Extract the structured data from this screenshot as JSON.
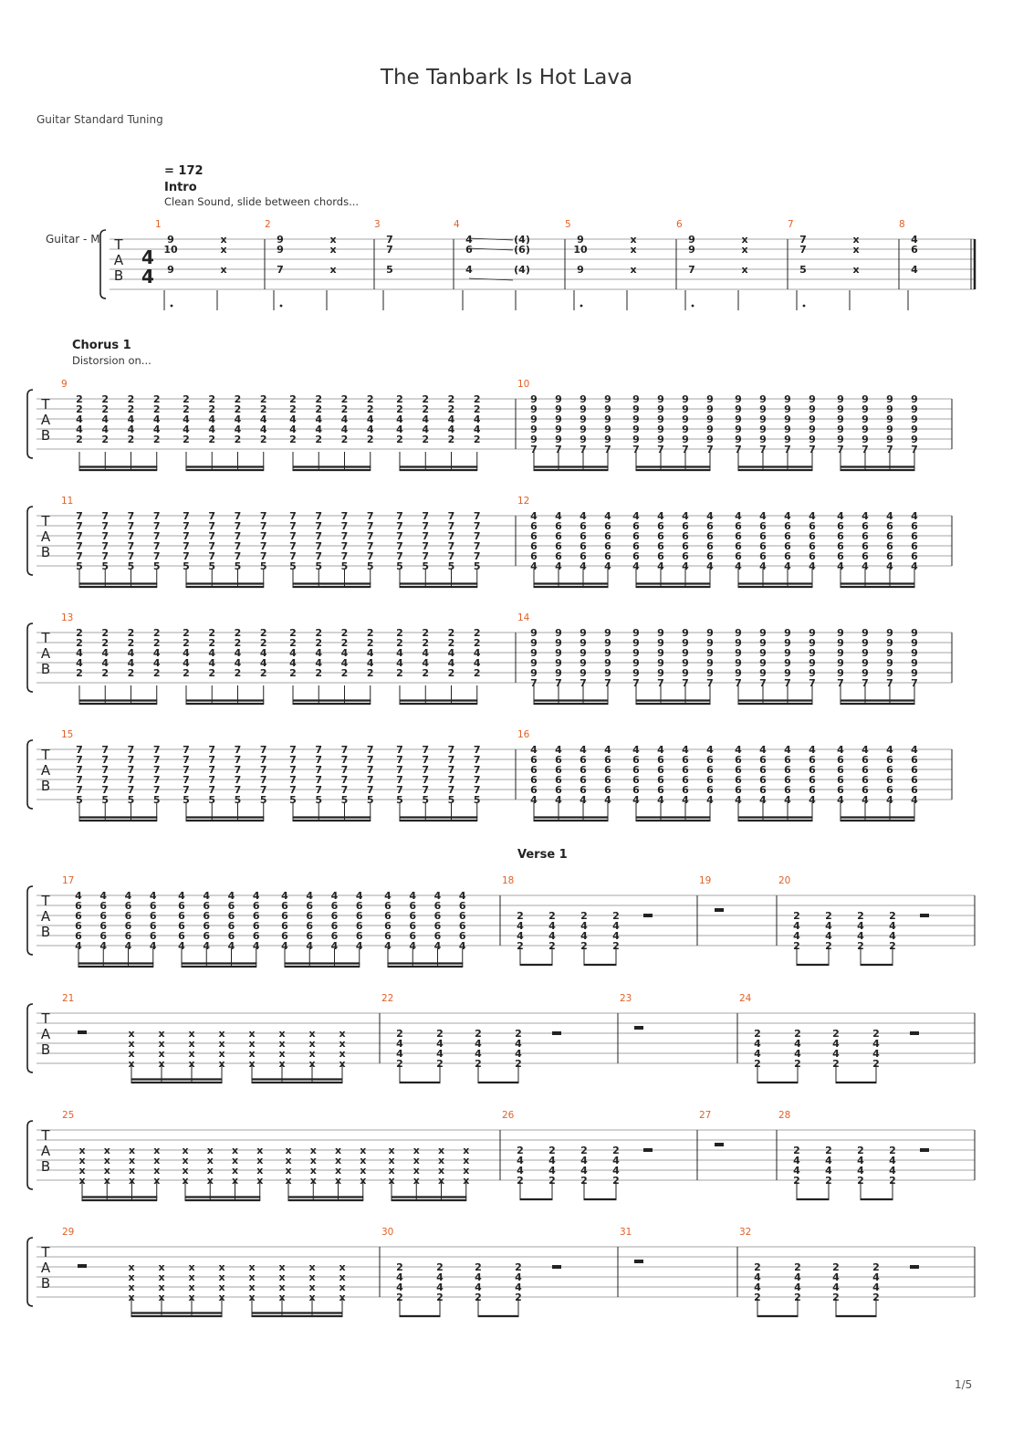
{
  "title": "The Tanbark Is Hot Lava",
  "tuning": "Guitar Standard Tuning",
  "track_name": "Guitar - M",
  "tempo": "= 172",
  "time_signature": "4/4",
  "page_number": "1/5",
  "annotations": {
    "intro": "Intro",
    "intro_note": "Clean Sound, slide between chords...",
    "chorus": "Chorus 1",
    "chorus_note": "Distorsion on...",
    "verse": "Verse 1"
  },
  "colors": {
    "measure_number": "#e0622a",
    "staff": "#888888",
    "ink": "#222222"
  },
  "chords": {
    "c2244": [
      "2",
      "2",
      "4",
      "4",
      "2"
    ],
    "c99997": [
      "9",
      "9",
      "9",
      "9",
      "9",
      "7"
    ],
    "c77775": [
      "7",
      "7",
      "7",
      "7",
      "7",
      "5"
    ],
    "c46664": [
      "4",
      "6",
      "6",
      "6",
      "6",
      "4"
    ],
    "c2442": [
      "2",
      "4",
      "4",
      "2"
    ]
  },
  "intro_measures": [
    {
      "number": "1",
      "notes": [
        [
          "9",
          "10",
          null,
          "9"
        ],
        [
          "x",
          "x",
          null,
          "x"
        ]
      ]
    },
    {
      "number": "2",
      "notes": [
        [
          "9",
          "9",
          null,
          "7"
        ],
        [
          "x",
          "x",
          null,
          "x"
        ]
      ]
    },
    {
      "number": "3",
      "notes": [
        [
          "7",
          "7",
          null,
          "5"
        ]
      ]
    },
    {
      "number": "4",
      "notes": [
        [
          "4",
          "6",
          null,
          "4"
        ],
        [
          "(4)",
          "(6)",
          null,
          "(4)"
        ]
      ]
    },
    {
      "number": "5",
      "notes": [
        [
          "9",
          "10",
          null,
          "9"
        ],
        [
          "x",
          "x",
          null,
          "x"
        ]
      ]
    },
    {
      "number": "6",
      "notes": [
        [
          "9",
          "9",
          null,
          "7"
        ],
        [
          "x",
          "x",
          null,
          "x"
        ]
      ]
    },
    {
      "number": "7",
      "notes": [
        [
          "7",
          "7",
          null,
          "5"
        ],
        [
          "x",
          "x",
          null,
          "x"
        ]
      ]
    },
    {
      "number": "8",
      "notes": [
        [
          "4",
          "6",
          null,
          "4"
        ]
      ]
    }
  ],
  "measure_numbers": [
    "9",
    "10",
    "11",
    "12",
    "13",
    "14",
    "15",
    "16",
    "17",
    "18",
    "19",
    "20",
    "21",
    "22",
    "23",
    "24",
    "25",
    "26",
    "27",
    "28",
    "29",
    "30",
    "31",
    "32"
  ],
  "tab_letters": [
    "T",
    "A",
    "B"
  ],
  "mute": "x"
}
